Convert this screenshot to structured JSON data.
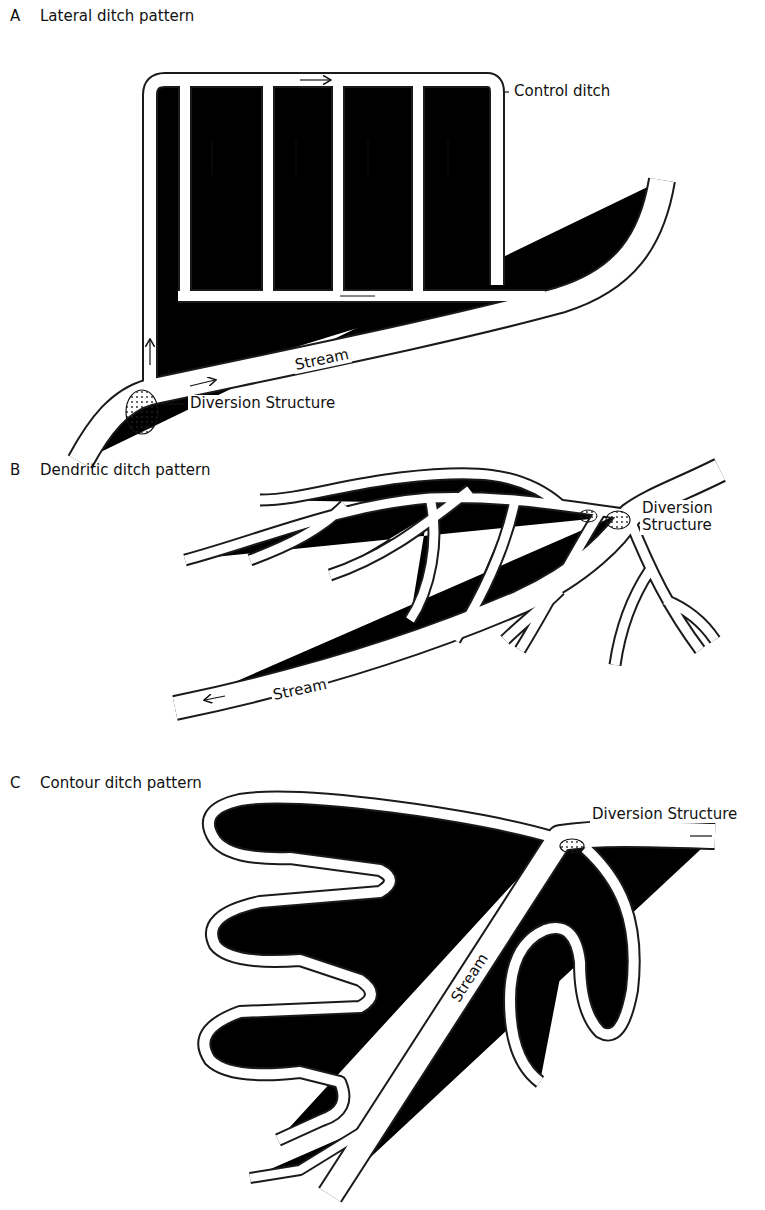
{
  "diagram": {
    "labels": [
      "A",
      "Lateral ditch pattern",
      "Control ditch",
      "Stream",
      "Diversion Structure",
      "B",
      "Dendritic ditch pattern",
      "Diversion Structure",
      "Stream",
      "C",
      "Contour ditch pattern",
      "Diversion Structure",
      "Stream"
    ]
  }
}
